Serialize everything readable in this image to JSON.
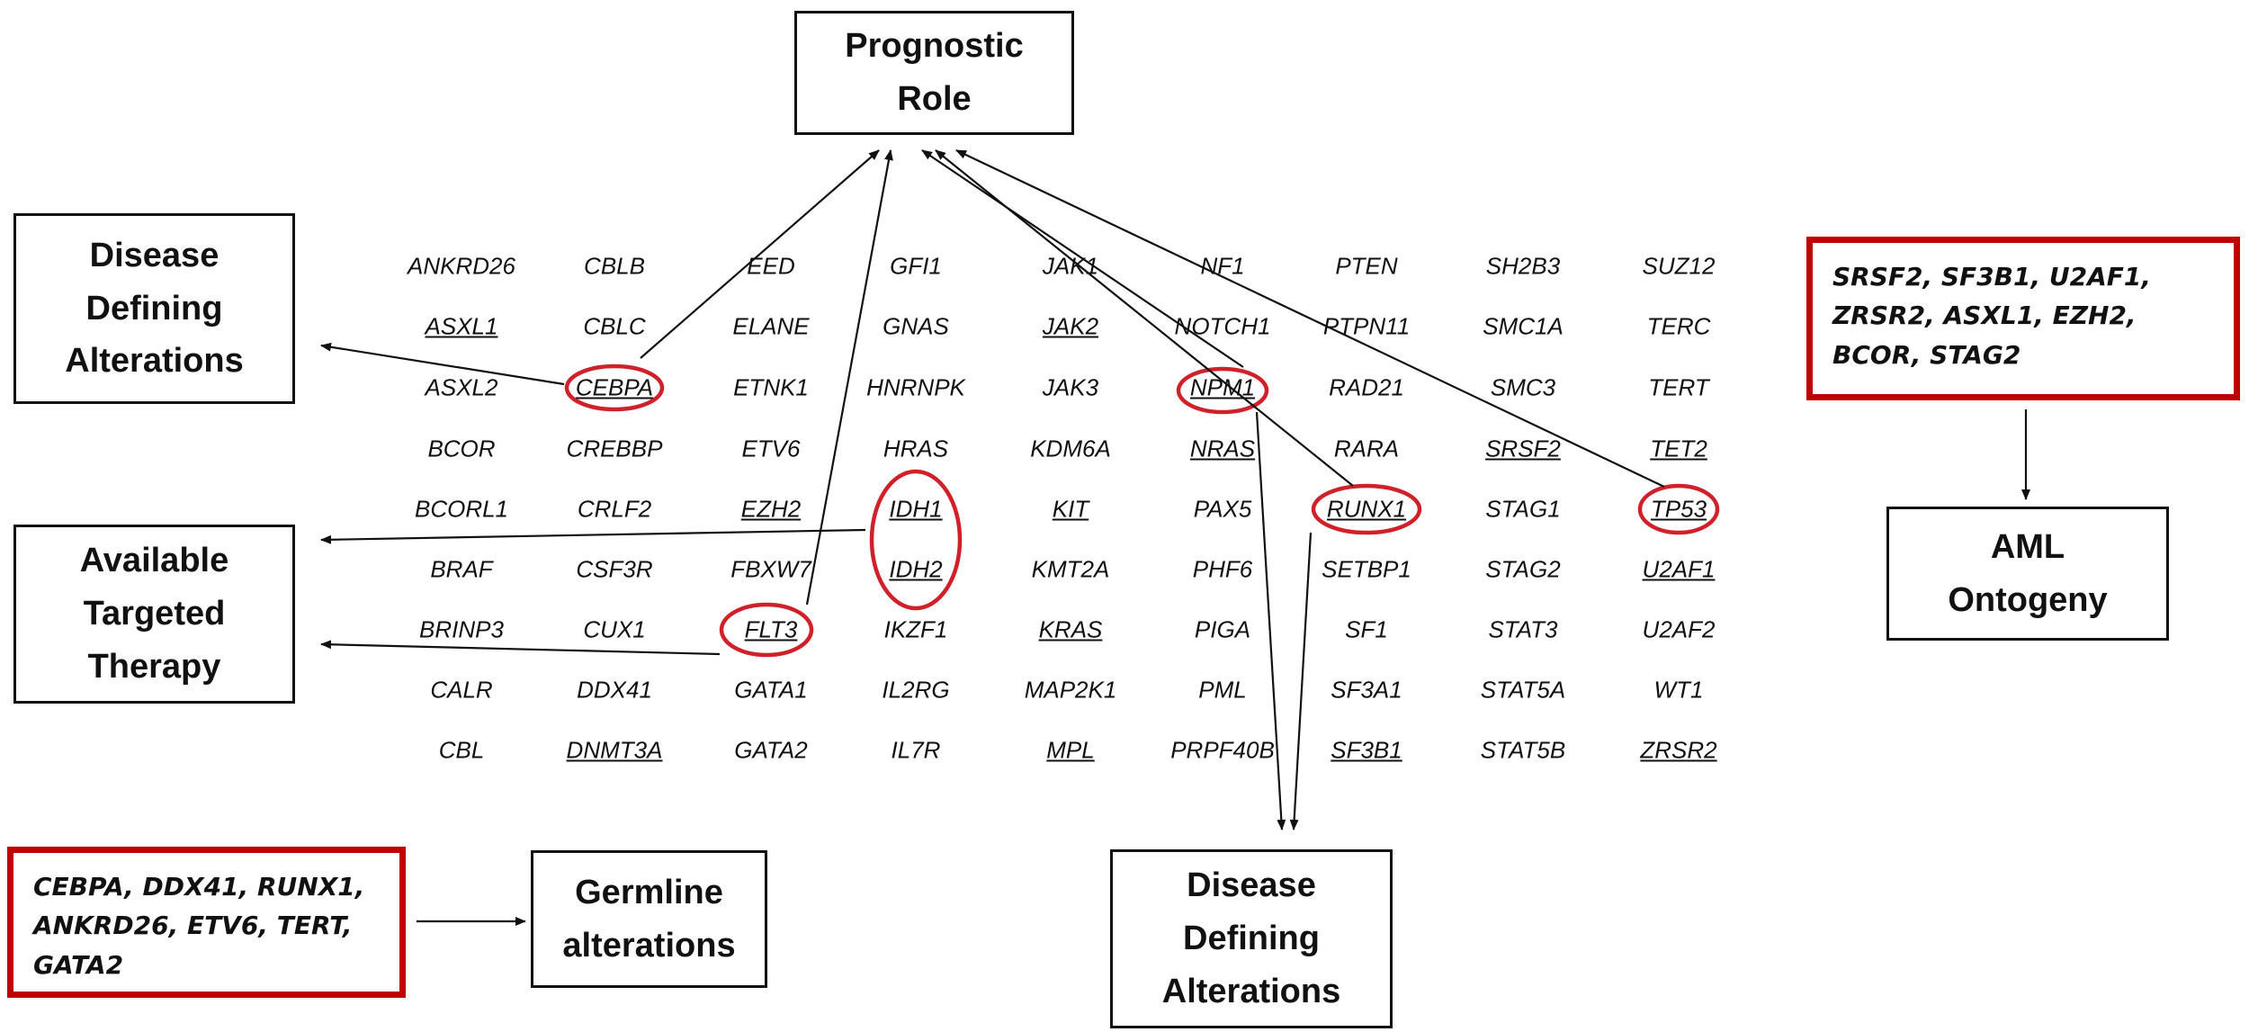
{
  "boxes": {
    "prognostic": "Prognostic\nRole",
    "disease_defining_left": "Disease\nDefining\nAlterations",
    "targeted_therapy": "Available\nTargeted\nTherapy",
    "germline": "Germline\nalterations",
    "disease_defining_bottom": "Disease\nDefining\nAlterations",
    "aml_ontogeny": "AML\nOntogeny"
  },
  "red_boxes": {
    "aml_ontogeny_genes": "SRSF2, SF3B1, U2AF1, ZRSR2, ASXL1, EZH2, BCOR, STAG2",
    "germline_genes": "CEBPA, DDX41, RUNX1, ANKRD26, ETV6, TERT, GATA2"
  },
  "gene_grid": [
    [
      {
        "t": "ANKRD26"
      },
      {
        "t": "CBLB"
      },
      {
        "t": "EED"
      },
      {
        "t": "GFI1"
      },
      {
        "t": "JAK1"
      },
      {
        "t": "NF1"
      },
      {
        "t": "PTEN"
      },
      {
        "t": "SH2B3"
      },
      {
        "t": "SUZ12"
      }
    ],
    [
      {
        "t": "ASXL1",
        "u": true
      },
      {
        "t": "CBLC"
      },
      {
        "t": "ELANE"
      },
      {
        "t": "GNAS"
      },
      {
        "t": "JAK2",
        "u": true
      },
      {
        "t": "NOTCH1"
      },
      {
        "t": "PTPN11"
      },
      {
        "t": "SMC1A"
      },
      {
        "t": "TERC"
      }
    ],
    [
      {
        "t": "ASXL2"
      },
      {
        "t": "CEBPA",
        "u": true,
        "c": true
      },
      {
        "t": "ETNK1"
      },
      {
        "t": "HNRNPK"
      },
      {
        "t": "JAK3"
      },
      {
        "t": "NPM1",
        "u": true,
        "c": true
      },
      {
        "t": "RAD21"
      },
      {
        "t": "SMC3"
      },
      {
        "t": "TERT"
      }
    ],
    [
      {
        "t": "BCOR"
      },
      {
        "t": "CREBBP"
      },
      {
        "t": "ETV6"
      },
      {
        "t": "HRAS"
      },
      {
        "t": "KDM6A"
      },
      {
        "t": "NRAS",
        "u": true
      },
      {
        "t": "RARA"
      },
      {
        "t": "SRSF2",
        "u": true
      },
      {
        "t": "TET2",
        "u": true
      }
    ],
    [
      {
        "t": "BCORL1"
      },
      {
        "t": "CRLF2"
      },
      {
        "t": "EZH2",
        "u": true
      },
      {
        "t": "IDH1",
        "u": true
      },
      {
        "t": "KIT",
        "u": true
      },
      {
        "t": "PAX5"
      },
      {
        "t": "RUNX1",
        "u": true,
        "c": true
      },
      {
        "t": "STAG1"
      },
      {
        "t": "TP53",
        "u": true,
        "c": true
      }
    ],
    [
      {
        "t": "BRAF"
      },
      {
        "t": "CSF3R"
      },
      {
        "t": "FBXW7"
      },
      {
        "t": "IDH2",
        "u": true
      },
      {
        "t": "KMT2A"
      },
      {
        "t": "PHF6"
      },
      {
        "t": "SETBP1"
      },
      {
        "t": "STAG2"
      },
      {
        "t": "U2AF1",
        "u": true
      }
    ],
    [
      {
        "t": "BRINP3"
      },
      {
        "t": "CUX1"
      },
      {
        "t": "FLT3",
        "u": true,
        "c": true
      },
      {
        "t": "IKZF1"
      },
      {
        "t": "KRAS",
        "u": true
      },
      {
        "t": "PIGA"
      },
      {
        "t": "SF1"
      },
      {
        "t": "STAT3"
      },
      {
        "t": "U2AF2"
      }
    ],
    [
      {
        "t": "CALR"
      },
      {
        "t": "DDX41"
      },
      {
        "t": "GATA1"
      },
      {
        "t": "IL2RG"
      },
      {
        "t": "MAP2K1"
      },
      {
        "t": "PML"
      },
      {
        "t": "SF3A1"
      },
      {
        "t": "STAT5A"
      },
      {
        "t": "WT1"
      }
    ],
    [
      {
        "t": "CBL"
      },
      {
        "t": "DNMT3A",
        "u": true
      },
      {
        "t": "GATA2"
      },
      {
        "t": "IL7R"
      },
      {
        "t": "MPL",
        "u": true
      },
      {
        "t": "PRPF40B"
      },
      {
        "t": "SF3B1",
        "u": true
      },
      {
        "t": "STAT5B"
      },
      {
        "t": "ZRSR2",
        "u": true
      }
    ]
  ],
  "colors": {
    "highlight_circle": "#d0202a",
    "red_box_border": "#c00000",
    "ink": "#111111"
  }
}
